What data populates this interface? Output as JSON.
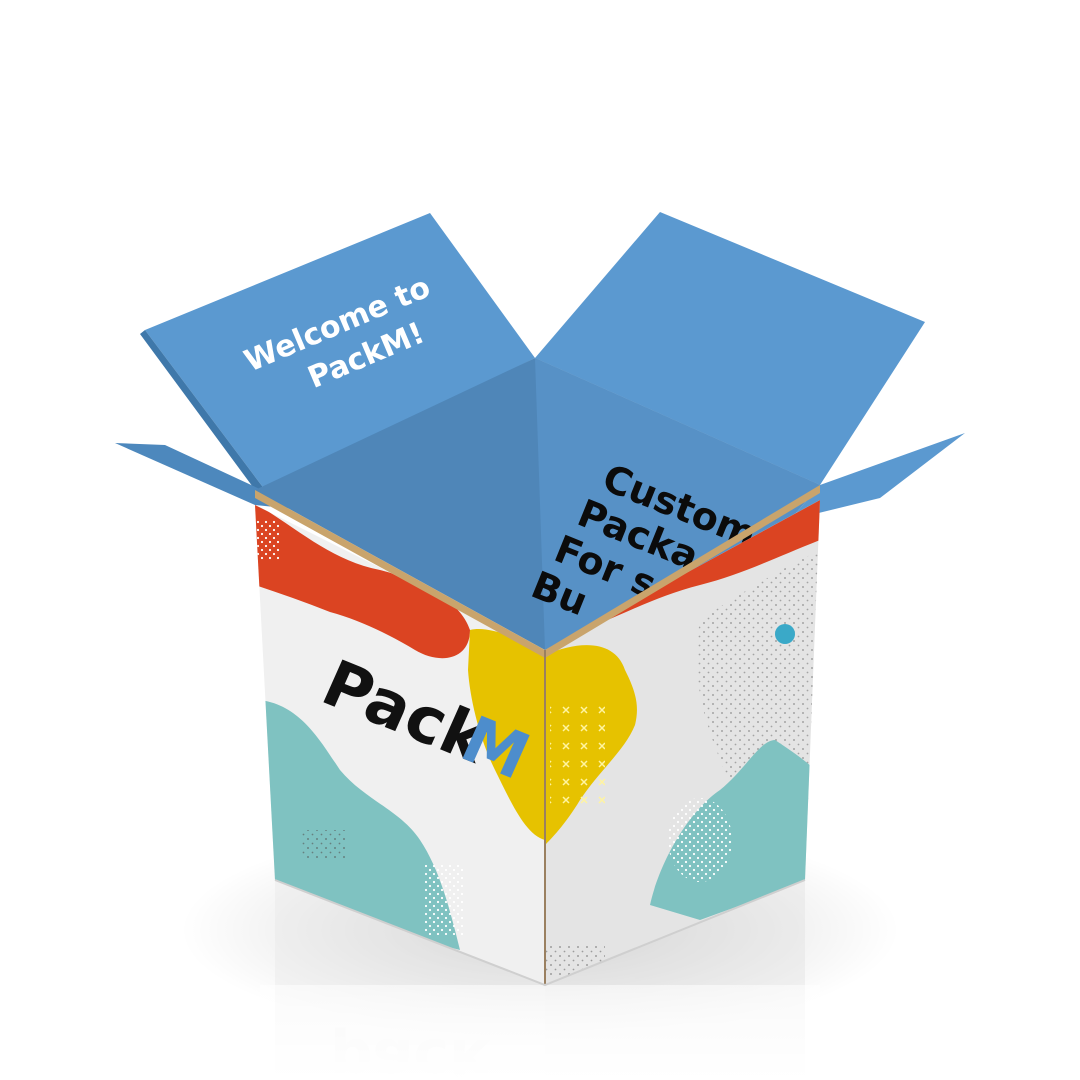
{
  "scene": {
    "subject": "open-cardboard-box-mockup",
    "colors": {
      "box_blue": "#5B99D0",
      "box_blue_inner": "#4F86B8",
      "box_white": "#EEEEEE",
      "accent_red": "#DB4422",
      "accent_yellow": "#E6C200",
      "accent_teal": "#7FC2C1",
      "accent_aqua": "#3AA9C8",
      "logo_black": "#111111",
      "logo_blue": "#4D8DCC"
    }
  },
  "box": {
    "left_flap_text_line1": "Welcome to",
    "left_flap_text_line2": "PackM!",
    "inner_text_lines": [
      "Custom",
      "Packa",
      "For s",
      "Bu"
    ],
    "logo_part1": "Pack",
    "logo_part2": "M",
    "reflection_text": "pack"
  }
}
